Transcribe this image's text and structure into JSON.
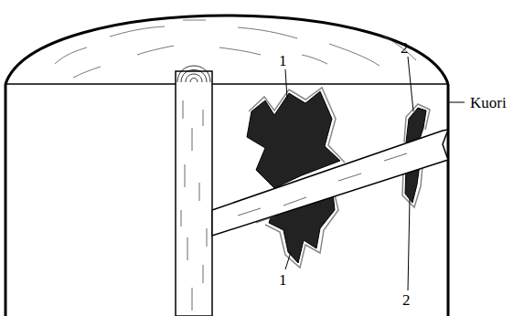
{
  "diagram": {
    "labels": [
      "1",
      "2",
      "Kuori",
      "1",
      "2"
    ]
  }
}
